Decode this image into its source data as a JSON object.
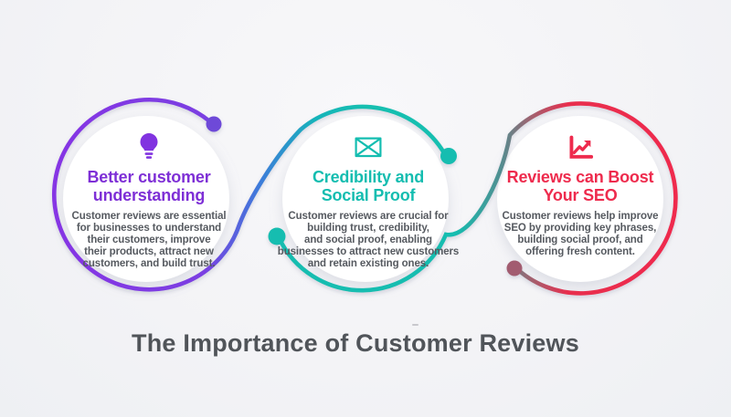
{
  "theme": {
    "background": "#f3f3f6",
    "card_disc": "#ffffff",
    "purple": "#7e2fd6",
    "purple_stroke": "#8133e0",
    "blue_transition": "#3d7cda",
    "teal": "#14bdb0",
    "red": "#ee2b4d",
    "maroon_dot": "#a25c6f",
    "body": "#565a60",
    "title": "#505459"
  },
  "title": "The Importance of Customer Reviews",
  "cards": [
    {
      "id": "better-customer-understanding",
      "icon": "lightbulb-icon",
      "accent": "#7e2fd6",
      "heading": "Better customer\nunderstanding",
      "body": "Customer reviews are essential\nfor businesses to understand\ntheir customers, improve\ntheir products, attract new\ncustomers, and build trust."
    },
    {
      "id": "credibility-and-social-proof",
      "icon": "envelope-icon",
      "accent": "#14bdb0",
      "heading": "Credibility and\nSocial Proof",
      "body": "Customer reviews are crucial for\nbuilding trust, credibility,\nand social proof, enabling\nbusinesses to attract new customers\nand retain existing ones."
    },
    {
      "id": "reviews-can-boost-your-seo",
      "icon": "trend-chart-icon",
      "accent": "#ee2b4d",
      "heading": "Reviews can Boost\nYour SEO",
      "body": "Customer reviews help improve\nSEO by providing key phrases,\nbuilding social proof, and\noffering fresh content."
    }
  ]
}
